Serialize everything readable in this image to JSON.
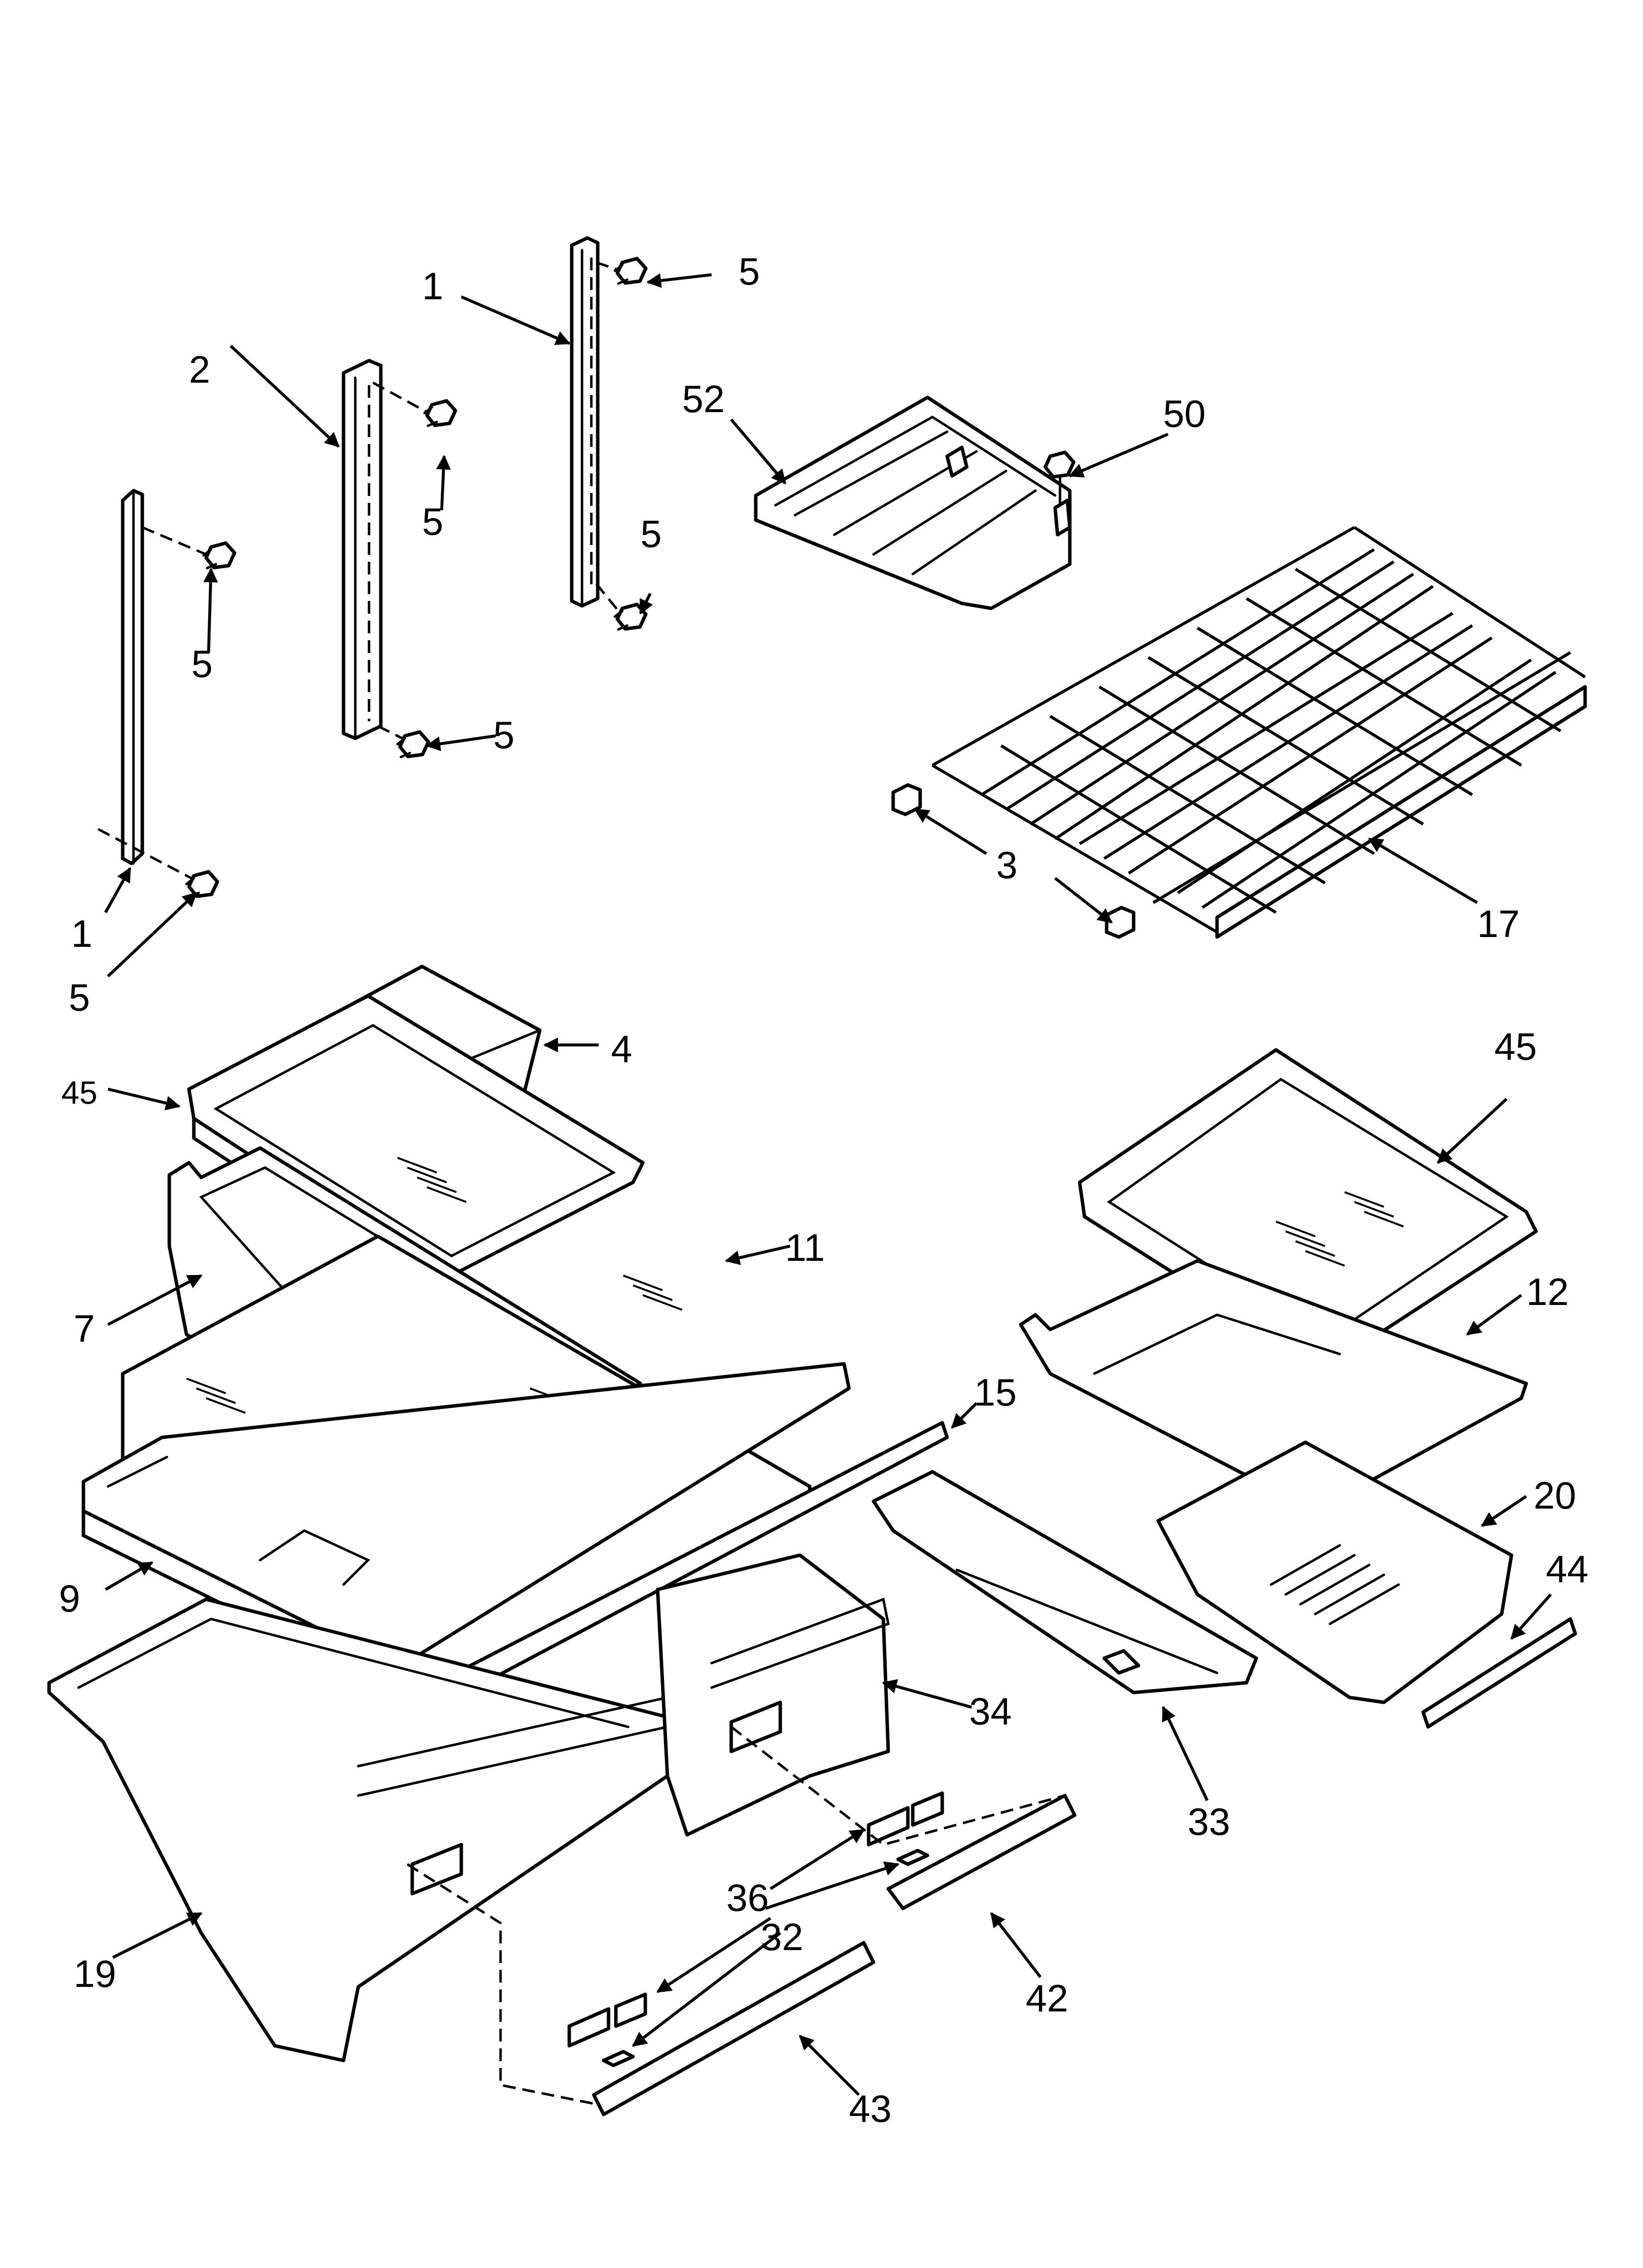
{
  "diagram": {
    "callouts": [
      {
        "id": "c1a",
        "text": "1"
      },
      {
        "id": "c1b",
        "text": "1"
      },
      {
        "id": "c2",
        "text": "2"
      },
      {
        "id": "c3",
        "text": "3"
      },
      {
        "id": "c4",
        "text": "4"
      },
      {
        "id": "c5a",
        "text": "5"
      },
      {
        "id": "c5b",
        "text": "5"
      },
      {
        "id": "c5c",
        "text": "5"
      },
      {
        "id": "c5d",
        "text": "5"
      },
      {
        "id": "c5e",
        "text": "5"
      },
      {
        "id": "c5f",
        "text": "5"
      },
      {
        "id": "c7",
        "text": "7"
      },
      {
        "id": "c9",
        "text": "9"
      },
      {
        "id": "c11",
        "text": "11"
      },
      {
        "id": "c12",
        "text": "12"
      },
      {
        "id": "c15",
        "text": "15"
      },
      {
        "id": "c17",
        "text": "17"
      },
      {
        "id": "c19",
        "text": "19"
      },
      {
        "id": "c20",
        "text": "20"
      },
      {
        "id": "c32",
        "text": "32"
      },
      {
        "id": "c33",
        "text": "33"
      },
      {
        "id": "c34",
        "text": "34"
      },
      {
        "id": "c36",
        "text": "36"
      },
      {
        "id": "c42",
        "text": "42"
      },
      {
        "id": "c43",
        "text": "43"
      },
      {
        "id": "c44",
        "text": "44"
      },
      {
        "id": "c45a",
        "text": "45"
      },
      {
        "id": "c45b",
        "text": "45"
      },
      {
        "id": "c50",
        "text": "50"
      },
      {
        "id": "c52",
        "text": "52"
      }
    ]
  }
}
